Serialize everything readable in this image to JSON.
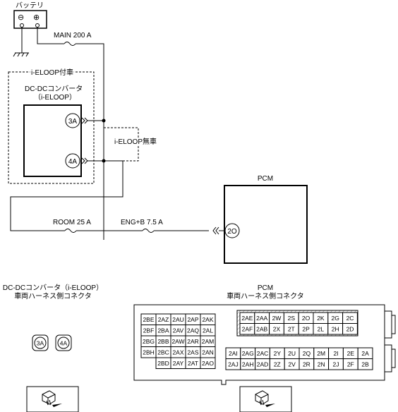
{
  "labels": {
    "battery": "バッテリ",
    "main_fuse": "MAIN 200 A",
    "ieloop_with": "i-ELOOP付車",
    "dcdc_line1": "DC-DCコンバータ",
    "dcdc_line2": "（i-ELOOP）",
    "ieloop_without": "i-ELOOP無車",
    "pcm": "PCM",
    "room_fuse": "ROOM 25 A",
    "eng_fuse": "ENG+B 7.5 A",
    "dcdc_conn_line1": "DC-DCコンバータ（i-ELOOP）",
    "dcdc_conn_line2": "車両ハーネス側コネクタ",
    "pcm_conn_line1": "PCM",
    "pcm_conn_line2": "車両ハーネス側コネクタ"
  },
  "terminals": {
    "dcdc_3a": "3A",
    "dcdc_4a": "4A",
    "pcm_2o": "2O"
  },
  "battery_symbols": {
    "minus": "⊖",
    "plus": "⊕"
  },
  "pcm_connector": {
    "left_block": [
      [
        "2BE",
        "2AZ",
        "2AU",
        "2AP",
        "2AK"
      ],
      [
        "2BF",
        "2BA",
        "2AV",
        "2AQ",
        "2AL"
      ],
      [
        "2BG",
        "2BB",
        "2AW",
        "2AR",
        "2AM"
      ],
      [
        "2BH",
        "2BC",
        "2AX",
        "2AS",
        "2AN"
      ],
      [
        "",
        "2BD",
        "2AY",
        "2AT",
        "2AO"
      ]
    ],
    "right_top": [
      [
        "2AE",
        "2AA",
        "2W",
        "2S",
        "2O",
        "2K",
        "2G",
        "2C"
      ],
      [
        "2AF",
        "2AB",
        "2X",
        "2T",
        "2P",
        "2L",
        "2H",
        "2D"
      ]
    ],
    "right_bottom": [
      [
        "2AI",
        "2AG",
        "2AC",
        "2Y",
        "2U",
        "2Q",
        "2M",
        "2I",
        "2E",
        "2A"
      ],
      [
        "2AJ",
        "2AH",
        "2AD",
        "2Z",
        "2V",
        "2R",
        "2N",
        "2J",
        "2F",
        "2B"
      ]
    ]
  }
}
